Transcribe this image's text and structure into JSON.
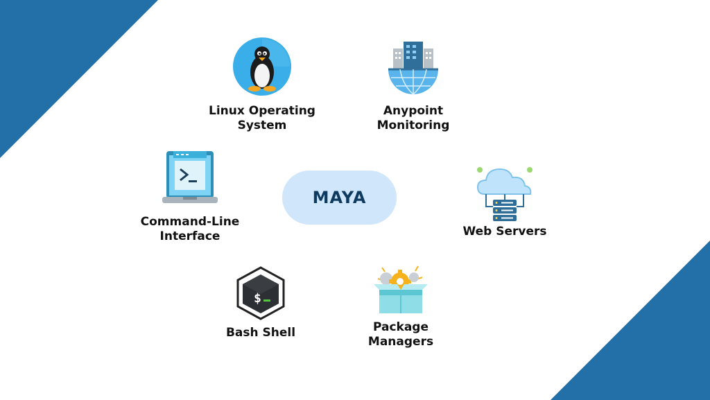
{
  "colors": {
    "corner": "#2370a8",
    "center_bg": "#cfe6fb",
    "center_text": "#0e3a5f"
  },
  "center": {
    "label": "MAYA"
  },
  "nodes": {
    "linux": {
      "label": "Linux Operating\nSystem",
      "icon": "penguin-icon"
    },
    "anypoint": {
      "label": "Anypoint\nMonitoring",
      "icon": "globe-building-icon"
    },
    "cli": {
      "label": "Command-Line\nInterface",
      "icon": "terminal-laptop-icon"
    },
    "web": {
      "label": "Web Servers",
      "icon": "cloud-server-icon"
    },
    "bash": {
      "label": "Bash Shell",
      "icon": "bash-shell-icon"
    },
    "package": {
      "label": "Package\nManagers",
      "icon": "package-box-icon"
    }
  }
}
